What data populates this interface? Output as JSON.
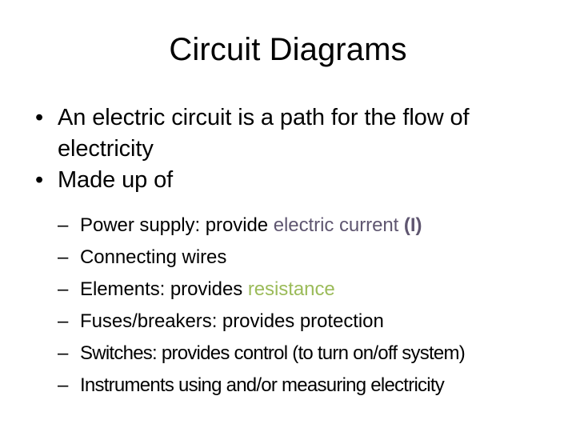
{
  "slide": {
    "title": "Circuit Diagrams",
    "background_color": "#ffffff",
    "text_color": "#000000",
    "bullet_glyph": "•",
    "dash_glyph": "–",
    "accent_colors": {
      "purple": "#5f5670",
      "green": "#9bbb59"
    },
    "level1": [
      {
        "text": "An electric circuit is a path for the flow of electricity"
      },
      {
        "text": "Made up of"
      }
    ],
    "level2": [
      {
        "lead": "Power supply: provide ",
        "highlight": "electric current ",
        "highlight_color": "purple",
        "tail_bold": "(I)",
        "tail": ""
      },
      {
        "lead": "Connecting wires",
        "highlight": "",
        "tail": ""
      },
      {
        "lead": "Elements: provides ",
        "highlight": "resistance",
        "highlight_color": "green",
        "tail": ""
      },
      {
        "lead": "Fuses/breakers: provides protection",
        "highlight": "",
        "tail": ""
      },
      {
        "lead": "Switches: provides control (to turn on/off system)",
        "highlight": "",
        "tail": ""
      },
      {
        "lead": "Instruments using and/or measuring electricity",
        "highlight": "",
        "tail": ""
      }
    ]
  }
}
